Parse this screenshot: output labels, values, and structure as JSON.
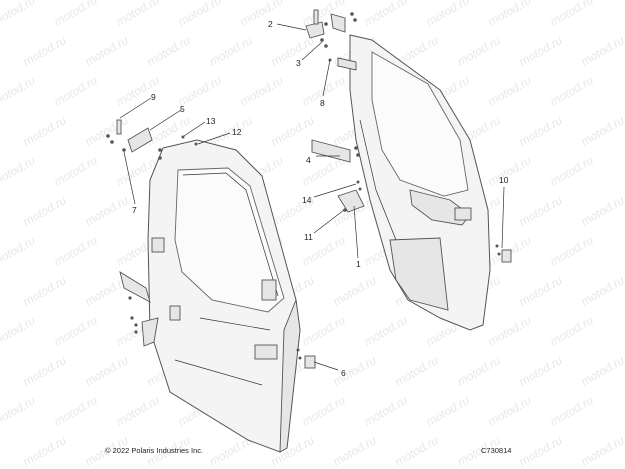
{
  "watermark": "motod.ru",
  "callouts": [
    "1",
    "2",
    "3",
    "4",
    "5",
    "6",
    "7",
    "8",
    "9",
    "10",
    "11",
    "12",
    "13",
    "14"
  ],
  "footer": {
    "copyright": "© 2022 Polaris Industries Inc.",
    "figure_id": "C730814"
  }
}
